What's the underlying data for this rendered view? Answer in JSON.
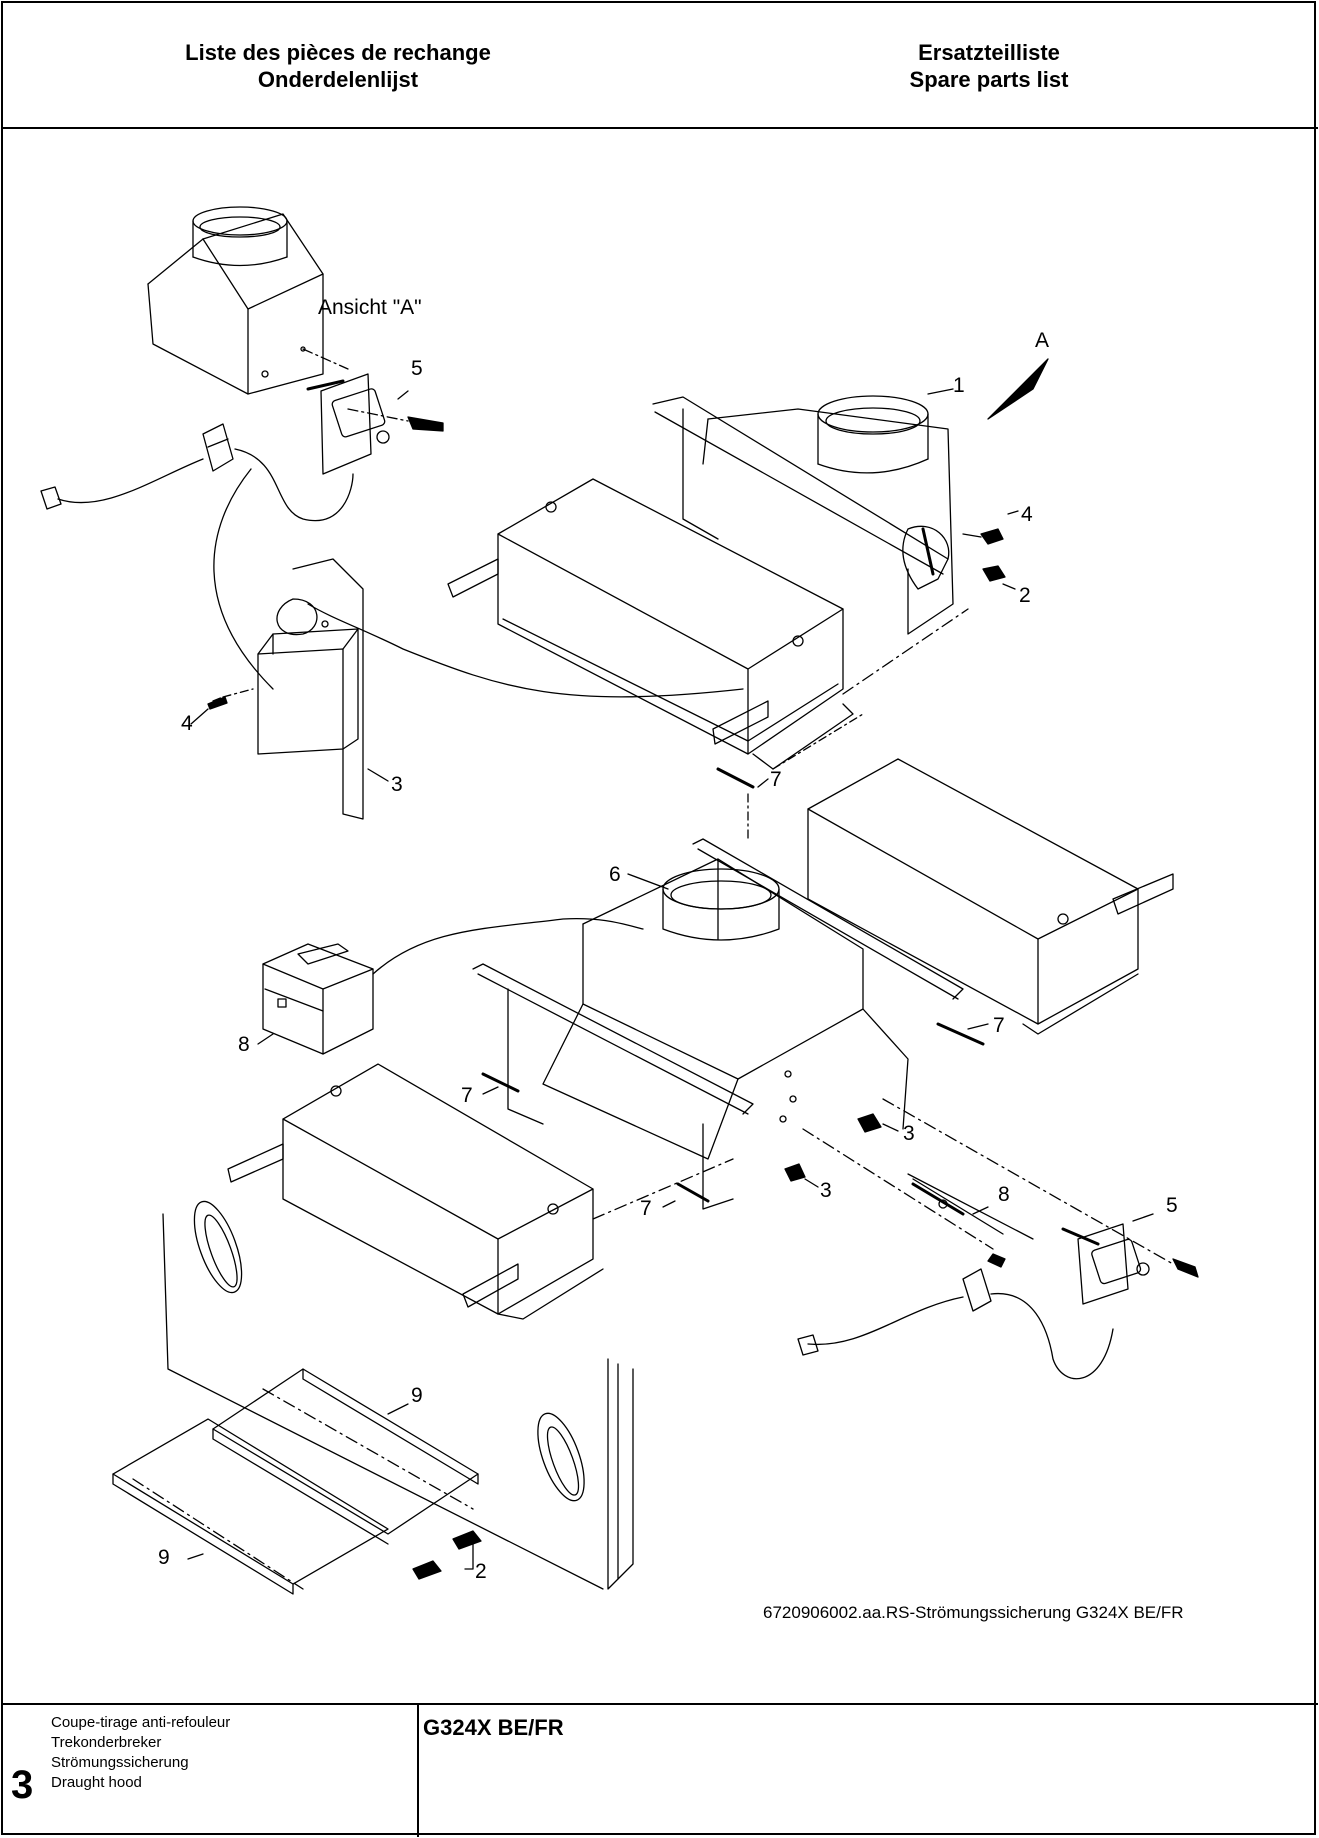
{
  "header": {
    "left_line1": "Liste des pièces de rechange",
    "left_line2": "Onderdelenlijst",
    "right_line1": "Ersatzteilliste",
    "right_line2": "Spare parts list"
  },
  "diagram": {
    "view_label": "Ansicht  \"A\"",
    "arrow_label": "A",
    "callouts": [
      "1",
      "2",
      "3",
      "4",
      "5",
      "6",
      "7",
      "8",
      "9"
    ],
    "caption": "6720906002.aa.RS-Strömungssicherung G324X BE/FR"
  },
  "footer": {
    "section_number": "3",
    "lines": [
      "Coupe-tirage anti-refouleur",
      "Trekonderbreker",
      "Strömungssicherung",
      "Draught hood"
    ],
    "model": "G324X BE/FR"
  }
}
